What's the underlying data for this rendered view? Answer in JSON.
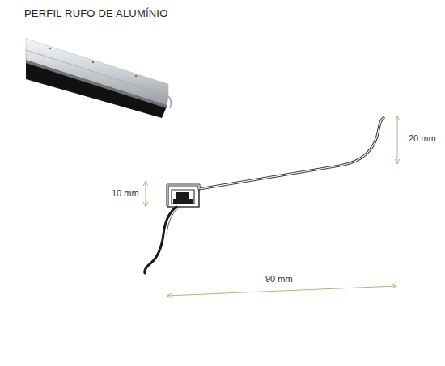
{
  "diagram": {
    "title": "PERFIL RUFO DE ALUMÍNIO",
    "labels": [
      "10 mm",
      "20 mm",
      "90 mm"
    ]
  }
}
